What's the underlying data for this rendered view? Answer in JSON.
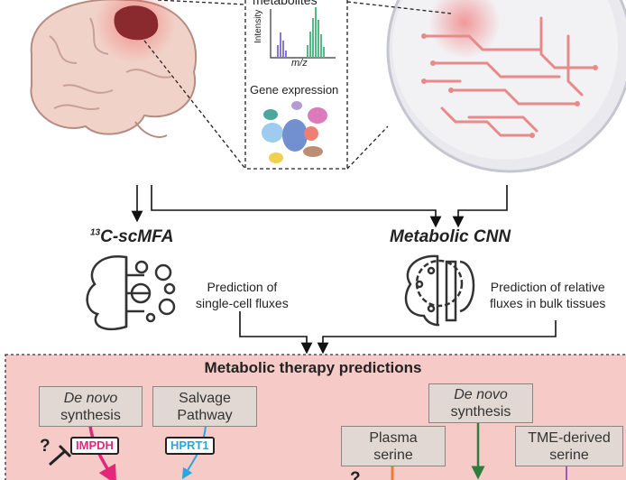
{
  "top_panel": {
    "metabolites_label": "metabolites",
    "spectrum_y_label": "Intensity",
    "spectrum_x_label": "m/z",
    "gene_expression_label": "Gene expression"
  },
  "methods": {
    "scmfa_superscript": "13",
    "scmfa_title": "C-scMFA",
    "scmfa_desc_line1": "Prediction of",
    "scmfa_desc_line2": "single-cell fluxes",
    "cnn_title": "Metabolic CNN",
    "cnn_desc_line1": "Prediction of relative",
    "cnn_desc_line2": "fluxes in bulk tissues"
  },
  "therapy": {
    "title": "Metabolic therapy predictions",
    "left_boxes": [
      {
        "line1": "De novo",
        "line2": "synthesis"
      },
      {
        "line1": "Salvage",
        "line2": "Pathway"
      }
    ],
    "right_boxes": [
      {
        "line1": "De novo",
        "line2": "synthesis"
      },
      {
        "line1": "Plasma",
        "line2": "serine"
      },
      {
        "line1": "TME-derived",
        "line2": "serine"
      }
    ],
    "enzymes": [
      {
        "label": "IMPDH",
        "color": "#e3287b"
      },
      {
        "label": "HPRT1",
        "color": "#29a6df"
      }
    ],
    "question_mark": "?",
    "colors": {
      "panel_bg": "#f6cac7",
      "green": "#2f7d3a",
      "orange": "#f07a30",
      "purple": "#9b59c0"
    }
  }
}
